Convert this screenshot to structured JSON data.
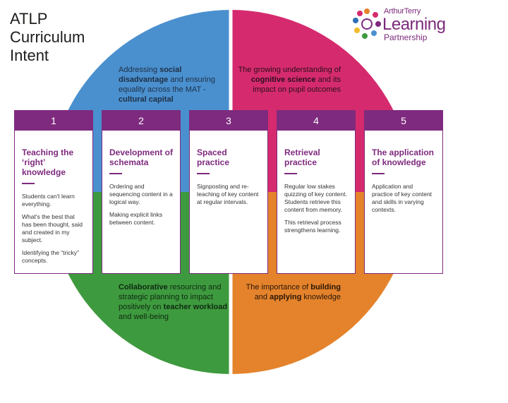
{
  "title": {
    "line1": "ATLP",
    "line2": "Curriculum",
    "line3": "Intent"
  },
  "logo": {
    "small": "ArthurTerry",
    "large": "Learning",
    "sub": "Partnership"
  },
  "colors": {
    "blue": "#4a90cf",
    "magenta": "#d52b6e",
    "green": "#3e9a3e",
    "orange": "#e4832c",
    "purple": "#7e2a7e"
  },
  "quadrants": {
    "top_left": {
      "t1": "Addressing ",
      "b1": "social disadvantage",
      "t2": " and ensuring equality across the MAT - ",
      "b2": "cultural capital"
    },
    "top_right": {
      "t1": "The growing understanding of ",
      "b1": "cognitive science",
      "t2": " and its impact on pupil outcomes"
    },
    "bottom_left": {
      "b1": "Collaborative",
      "t1": " resourcing and strategic planning to impact positively on ",
      "b2": "teacher workload",
      "t2": " and well-being"
    },
    "bottom_right": {
      "t1": "The importance of ",
      "b1": "building",
      "t2": " and ",
      "b2": "applying",
      "t3": " knowledge"
    }
  },
  "cards": [
    {
      "number": "1",
      "heading": "Teaching the ‘right’ knowledge",
      "body": [
        "Students can't learn everything.",
        "What's the best that has been thought, said and created in my subject.",
        "Identifying the “tricky” concepts."
      ]
    },
    {
      "number": "2",
      "heading": "Development of schemata",
      "body": [
        "Ordering and sequencing content in a logical way.",
        "Making explicit links between content."
      ]
    },
    {
      "number": "3",
      "heading": "Spaced practice",
      "body": [
        "Signposting and re-teaching of key content at regular intervals."
      ]
    },
    {
      "number": "4",
      "heading": "Retrieval practice",
      "body": [
        "Regular low stakes quizzing of key content. Students retrieve this content from memory.",
        "This retrieval process strengthens learning."
      ]
    },
    {
      "number": "5",
      "heading": "The application of knowledge",
      "body": [
        "Application and practice of key content and skills in varying contexts."
      ]
    }
  ]
}
